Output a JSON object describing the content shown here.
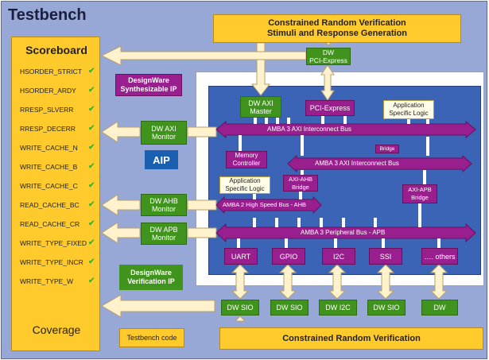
{
  "title": "Testbench",
  "scoreboard": {
    "title": "Scoreboard",
    "items": [
      "HSORDER_STRICT",
      "HSORDER_ARDY",
      "RRESP_SLVERR",
      "RRESP_DECERR",
      "WRITE_CACHE_N",
      "WRITE_CACHE_B",
      "WRITE_CACHE_C",
      "READ_CACHE_BC",
      "READ_CACHE_CR",
      "WRITE_TYPE_FIXED",
      "WRITE_TYPE_INCR",
      "WRITE_TYPE_W"
    ],
    "check_mark": "✔",
    "coverage": "Coverage"
  },
  "top_stimuli": "Constrained Random Verification\nStimuli and Response Generation",
  "bottom_crv": "Constrained Random Verification",
  "testbench_code": "Testbench code",
  "dw_pcie": "DW\nPCI-Express",
  "dw_synth": "DesignWare\nSynthesizable IP",
  "aip": "AIP",
  "dw_verif": "DesignWare\nVerification IP",
  "monitors": {
    "axi": "DW AXI\nMonitor",
    "ahb": "DW AHB\nMonitor",
    "apb": "DW APB\nMonitor"
  },
  "dw_axi_master": "DW AXI\nMaster",
  "pcie": "PCI-Express",
  "app_logic_1": "Application\nSpecific Logic",
  "app_logic_2": "Application\nSpecific Logic",
  "mem_ctrl": "Memory\nController",
  "bridge": "Bridge",
  "axi_ahb": "AXI-AHB\nBridge",
  "axi_apb": "AXI-APB\nBridge",
  "buses": {
    "axi1": "AMBA 3 AXI Interconnect Bus",
    "axi2": "AMBA 3 AXI Interconnect Bus",
    "ahb": "AMBA 2 High Speed Bus - AHB",
    "apb": "AMBA 3 Peripheral Bus - APB"
  },
  "peripherals": [
    "UART",
    "GPIO",
    "I2C",
    "SSI",
    "…. others"
  ],
  "dw_bottom": [
    "DW SIO",
    "DW SIO",
    "DW I2C",
    "DW SIO",
    "DW"
  ],
  "colors": {
    "frame": "#98a8d6",
    "yellow": "#ffca2c",
    "green": "#40941d",
    "purple": "#9a1f8e",
    "blue": "#3b63b6",
    "arrow": "#fff2cc"
  }
}
